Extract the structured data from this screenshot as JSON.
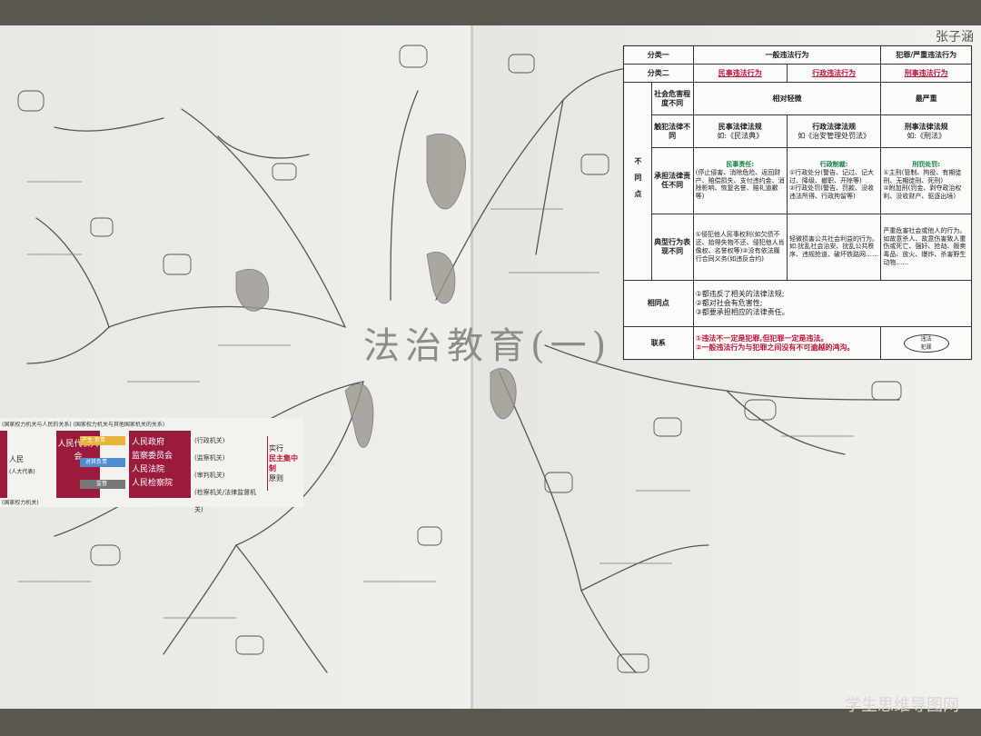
{
  "photo": {
    "title_handwritten": "法治教育(一)",
    "author_handwritten": "张子涵",
    "watermark": "学生思维导图网"
  },
  "table": {
    "cat1_label": "分类一",
    "cat1_general": "一般违法行为",
    "cat1_crime": "犯罪/严重违法行为",
    "cat2_label": "分类二",
    "cat2_civil": "民事违法行为",
    "cat2_admin": "行政违法行为",
    "cat2_criminal": "刑事违法行为",
    "harm_label": "社会危害程度不同",
    "harm_general": "相对轻微",
    "harm_crime": "最严重",
    "law_label": "触犯法律不同",
    "law_civil": "民事法律法规",
    "law_civil_eg": "如:《民法典》",
    "law_admin": "行政法律法规",
    "law_admin_eg": "如《治安管理处罚法》",
    "law_criminal": "刑事法律法规",
    "law_criminal_eg": "如:《刑法》",
    "side_label": "不同点",
    "resp_label": "承担法律责任不同",
    "resp_civil_head": "民事责任:",
    "resp_civil": "(停止侵害、消除危险、返回财产、赔偿损失、支付违约金、消除影响、恢复名誉、赔礼道歉等)",
    "resp_admin_head": "行政制裁:",
    "resp_admin_1": "①行政处分(警告、记过、记大过、降级、撤职、开除等)",
    "resp_admin_2": "②行政处罚(警告、罚款、没收违法所得、行政拘留等)",
    "resp_crim_head": "刑罚处罚:",
    "resp_crim_1": "①主刑(管制、拘役、有期徒刑、无期徒刑、死刑)",
    "resp_crim_2": "②附加刑(罚金、剥夺政治权利、没收财产、驱逐出境)",
    "typical_label": "典型行为表现不同",
    "typical_civil": "①侵犯他人民事权利(如欠债不还、拾得失物不还、侵犯他人肖像权、名誉权等)②没有依法履行合同义务(如违反合约)",
    "typical_admin": "轻微损害公共社会利益的行为。如:扰乱社会治安、扰乱公共秩序、违规抢道、破坏铁路网……",
    "typical_crim": "严重危害社会或他人的行为。如故意杀人、故意伤害致人重伤或死亡、强奸、抢劫、贩卖毒品、放火、爆炸、杀害野生动物……",
    "same_label": "相同点",
    "same_1": "①都违反了相关的法律法规;",
    "same_2": "②都对社会有危害性;",
    "same_3": "③都要承担相应的法律责任。",
    "link_label": "联系",
    "link_1": "①违法不一定是犯罪,但犯罪一定是违法。",
    "link_2": "②一般违法行为与犯罪之间没有不可逾越的鸿沟。",
    "oval_top": "违法",
    "oval_bottom": "犯罪"
  },
  "sticker": {
    "header": "(国家权力机关与人民的关系)  (国家权力机关与其他国家机关的关系)",
    "left_text": "人民",
    "left_sub": "(人大代表)",
    "congress": "人民代表大会",
    "congress_sub": "(国家权力机关)",
    "arrow_top": "产生 负责",
    "arrow_mid": "对其负责",
    "arrow_bottom": "监督",
    "organs": [
      "人民政府",
      "监察委员会",
      "人民法院",
      "人民检察院"
    ],
    "roles": [
      "(行政机关)",
      "(监察机关)",
      "(审判机关)",
      "(检察机关/法律监督机关)"
    ],
    "principle_1": "实行",
    "principle_2": "民主集中制",
    "principle_3": "原则"
  }
}
